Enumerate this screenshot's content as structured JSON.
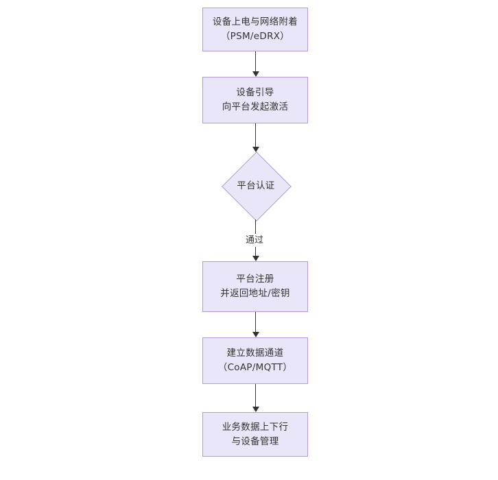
{
  "diagram": {
    "type": "flowchart",
    "orientation": "top-to-bottom",
    "theme": {
      "node_fill": "#e9e6fa",
      "node_border": "#b09ad8",
      "text_color": "#333333",
      "edge_color": "#333333",
      "background": "#ffffff"
    },
    "nodes": [
      {
        "id": "n1",
        "shape": "rectangle",
        "line1": "设备上电与网络附着",
        "line2": "（PSM/eDRX）"
      },
      {
        "id": "n2",
        "shape": "rectangle",
        "line1": "设备引导",
        "line2": "向平台发起激活"
      },
      {
        "id": "n3",
        "shape": "diamond",
        "line1": "平台认证",
        "line2": ""
      },
      {
        "id": "n4",
        "shape": "rectangle",
        "line1": "平台注册",
        "line2": "并返回地址/密钥"
      },
      {
        "id": "n5",
        "shape": "rectangle",
        "line1": "建立数据通道",
        "line2": "（CoAP/MQTT）"
      },
      {
        "id": "n6",
        "shape": "rectangle",
        "line1": "业务数据上下行",
        "line2": "与设备管理"
      }
    ],
    "edges": [
      {
        "id": "e1",
        "from": "n1",
        "to": "n2",
        "label": ""
      },
      {
        "id": "e2",
        "from": "n2",
        "to": "n3",
        "label": ""
      },
      {
        "id": "e3",
        "from": "n3",
        "to": "n4",
        "label": "通过"
      },
      {
        "id": "e4",
        "from": "n4",
        "to": "n5",
        "label": ""
      },
      {
        "id": "e5",
        "from": "n5",
        "to": "n6",
        "label": ""
      }
    ]
  }
}
